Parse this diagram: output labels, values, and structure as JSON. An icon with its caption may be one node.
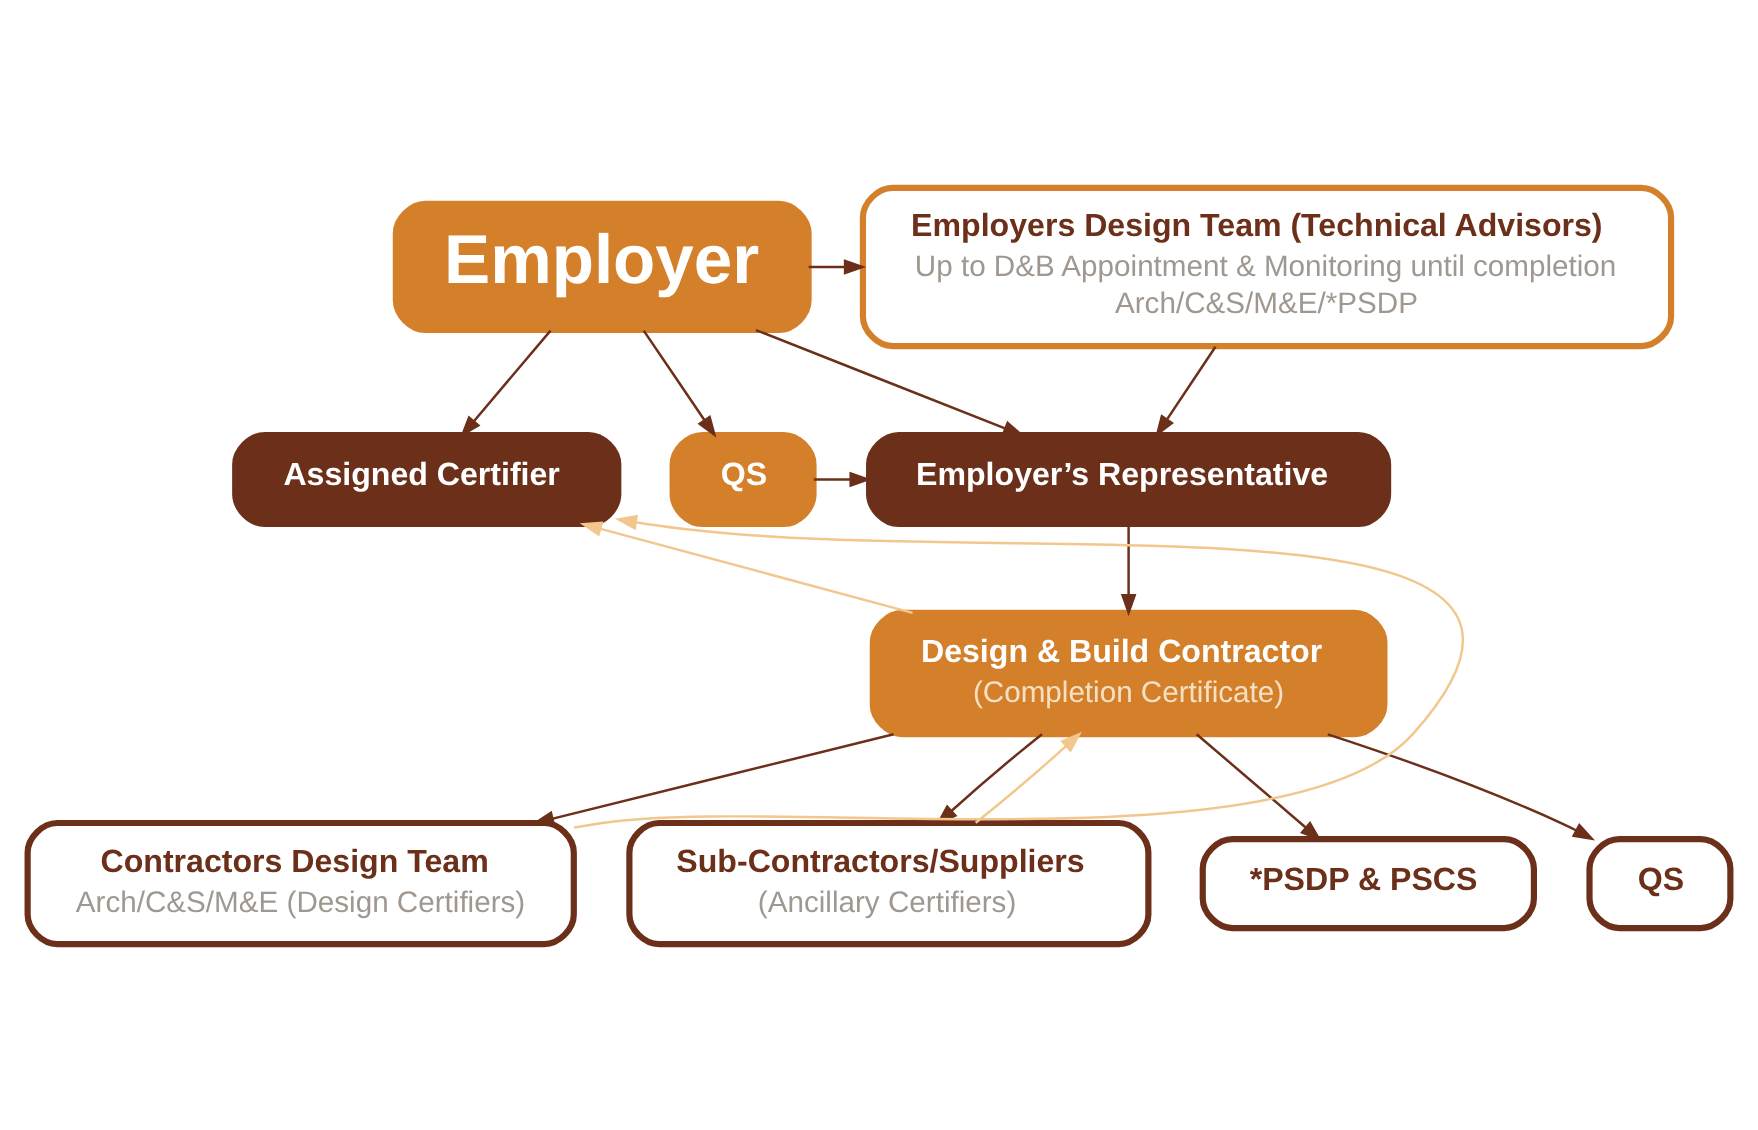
{
  "diagram": {
    "nodes": [
      {
        "text": [
          "Employer"
        ]
      },
      {
        "text": [
          "Employers Design Team (Technical Advisors)",
          "Up to D&B Appointment & Monitoring until completion",
          "Arch/C&S/M&E/*PSDP"
        ]
      },
      {
        "text": [
          "Assigned Certifier"
        ]
      },
      {
        "text": [
          "QS"
        ]
      },
      {
        "text": [
          "Employer’s Representative"
        ]
      },
      {
        "text": [
          "Design & Build Contractor",
          "(Completion Certificate)"
        ]
      },
      {
        "text": [
          "Contractors Design Team",
          "Arch/C&S/M&E (Design Certifiers)"
        ]
      },
      {
        "text": [
          "Sub-Contractors/Suppliers",
          "(Ancillary Certifiers)"
        ]
      },
      {
        "text": [
          "*PSDP & PSCS"
        ]
      },
      {
        "text": [
          "QS"
        ]
      }
    ],
    "edges": [
      {
        "from": 0,
        "to": 1,
        "arrow": "to"
      },
      {
        "from": 0,
        "to": 2,
        "arrow": "to"
      },
      {
        "from": 0,
        "to": 3,
        "arrow": "to"
      },
      {
        "from": 0,
        "to": 4,
        "arrow": "to"
      },
      {
        "from": 1,
        "to": 4,
        "arrow": "to"
      },
      {
        "from": 3,
        "to": 4,
        "arrow": "to"
      },
      {
        "from": 4,
        "to": 5,
        "arrow": "to"
      },
      {
        "from": 5,
        "to": 2,
        "arrow": "to",
        "color": "#f2c78e"
      },
      {
        "from": 5,
        "to": 6,
        "arrow": "to"
      },
      {
        "from": 5,
        "to": 7,
        "arrow": "to"
      },
      {
        "from": 5,
        "to": 8,
        "arrow": "to"
      },
      {
        "from": 5,
        "to": 9,
        "arrow": "to"
      },
      {
        "from": 6,
        "to": 2,
        "arrow": "to",
        "color": "#f2c78e"
      },
      {
        "from": 7,
        "to": 5,
        "arrow": "to",
        "color": "#f2c78e"
      }
    ]
  }
}
